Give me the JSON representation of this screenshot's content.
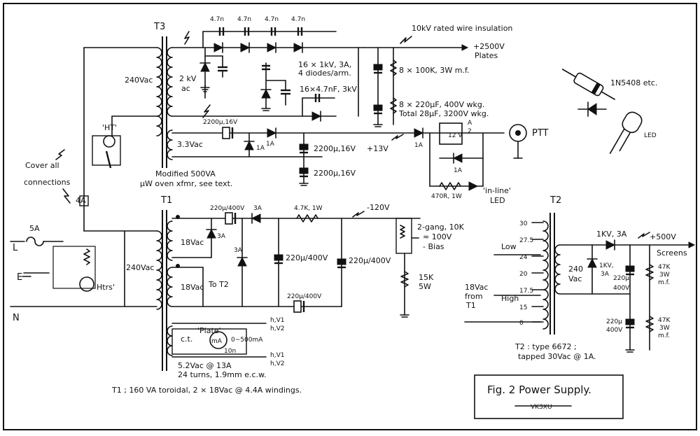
{
  "labels": {
    "t3": "T3",
    "t1": "T1",
    "t2": "T2",
    "cap47n_1": "4.7n",
    "cap47n_2": "4.7n",
    "cap47n_3": "4.7n",
    "cap47n_4": "4.7n",
    "insulation": "10kV rated wire insulation",
    "plates_v": "+2500V",
    "plates": "Plates",
    "t3_primary": "240Vac",
    "hv_2kv": "2 kV",
    "hv_ac": "ac",
    "diodes_note_1": "16 × 1kV, 3A,",
    "diodes_note_2": "4 diodes/arm.",
    "caps_note": "16×4.7nF, 3kV",
    "resistors_note": "8 × 100K, 3W m.f.",
    "filter_note_1": "8 × 220µF, 400V wkg.",
    "filter_note_2": "Total 28µF, 3200V wkg.",
    "diode_1n5408": "1N5408 etc.",
    "led": "LED",
    "ht": "'HT'",
    "cover_1": "Cover all",
    "cover_2": "connections",
    "fuse_4a": "4A",
    "fuse_5a": "5A",
    "line_l": "L",
    "line_e": "E",
    "line_n": "N",
    "htrs": "Htrs'",
    "t3_33vac": "3.3Vac",
    "c2200_16v_a": "2200µ,16V",
    "d_1a_a": "1A",
    "d_1a_b": "1A",
    "c2200_16v_b": "2200µ,16V",
    "c2200_16v_c": "2200µ,16V",
    "v13": "+13V",
    "d_1a_c": "1A",
    "relay_12v": "12 V",
    "relay_a": "A",
    "relay_2": "2",
    "d_1a_d": "1A",
    "r470": "470R, 1W",
    "inline": "'in-line'",
    "led2": "LED",
    "ptt": "PTT",
    "modified_1": "Modified  500VA",
    "modified_2": "µW oven xfmr, see text.",
    "c220_400_a": "220µ/400V",
    "d_3a_a": "3A",
    "r47k": "4.7K, 1W",
    "minus120": "-120V",
    "t1_18vac_a": "18Vac",
    "d_3a_b": "3A",
    "d_3a_c": "3A",
    "c220_400_b": "220µ/400V",
    "c220_400_c": "220µ/400V",
    "t1_240": "240Vac",
    "t1_18vac_b": "18Vac",
    "to_t2": "To T2",
    "c220_400_d": "220µ/400V",
    "pot_1": "2-gang, 10K",
    "pot_2": "≈ 100V",
    "pot_3": "- Bias",
    "r15k_1": "15K",
    "r15k_2": "5W",
    "plate_label": "'Plate'",
    "ct": "c.t.",
    "ma": "mA",
    "meter_range": "0~500mA",
    "shunt": "10n",
    "h_v1_a": "h,V1",
    "h_v2_a": "h,V2",
    "h_v1_b": "h,V1",
    "h_v2_b": "h,V2",
    "t1_52vac": "5.2Vac @ 13A",
    "turns": "24 turns, 1.9mm e.c.w.",
    "t1_note": "T1 ;  160 VA toroidal,   2 × 18Vac @ 4.4A windings.",
    "t2_taps": [
      "30",
      "27.5",
      "24",
      "20",
      "17.5",
      "15",
      "0"
    ],
    "low": "Low",
    "high": "High",
    "t2_18vac_1": "18Vac",
    "t2_18vac_2": "from",
    "t2_18vac_3": "T1",
    "t2_240_1": "240",
    "t2_240_2": "Vac",
    "d_1kv3a_a": "1KV, 3A",
    "v500": "+500V",
    "screens": "Screens",
    "d_1kv3a_b1": "1KV,",
    "d_1kv3a_b2": "3A",
    "c220_1": "220µ",
    "c220_2": "400V",
    "c220b_1": "220µ",
    "c220b_2": "400V",
    "r47k_a1": "47K",
    "r47k_a2": "3W",
    "r47k_a3": "m.f.",
    "r47k_b1": "47K",
    "r47k_b2": "3W",
    "r47k_b3": "m.f.",
    "t2_note_1": "T2 : type 6672 ;",
    "t2_note_2": "tapped 30Vac @ 1A.",
    "fig_title": "Fig. 2   Power Supply.",
    "author": "VK3XU"
  }
}
